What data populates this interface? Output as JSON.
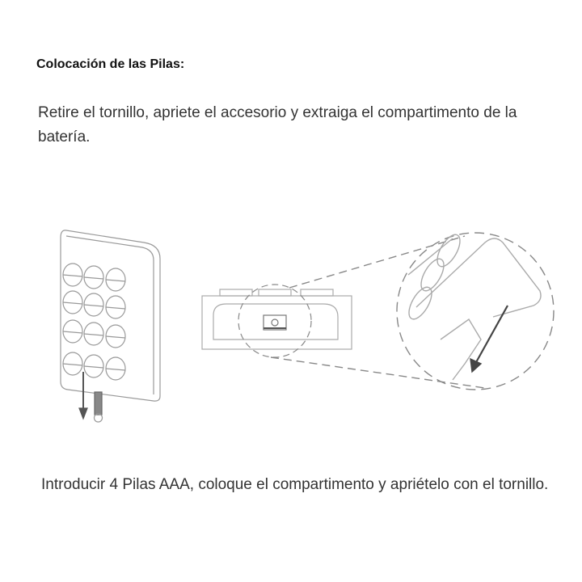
{
  "heading": "Colocación de las Pilas:",
  "step1": "Retire el tornillo, apriete el accesorio y extraiga el compartimento de la batería.",
  "step2": "Introducir 4 Pilas AAA, coloque el compartimento y apriételo con el tornillo."
}
